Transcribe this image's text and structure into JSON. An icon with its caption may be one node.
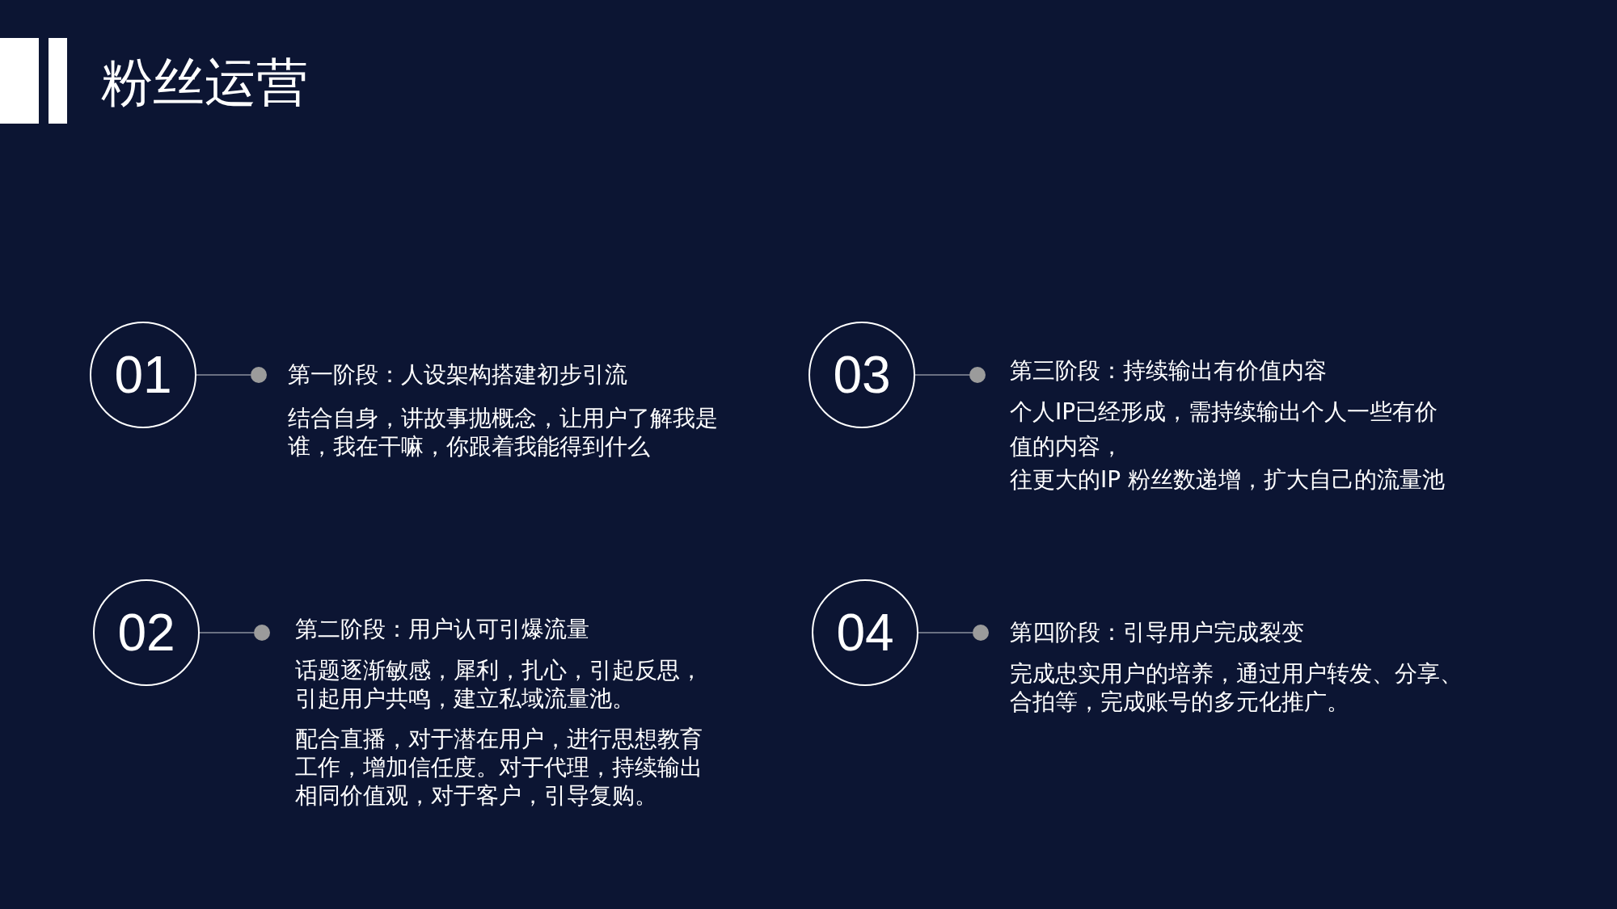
{
  "diagram": {
    "title": "粉丝运营",
    "nodes": [
      {
        "text": [
          "01"
        ]
      },
      {
        "text": [],
        "shape": "circle",
        "beside": [
          "第一阶段：人设架构搭建初步引流",
          "结合自身，讲故事抛概念，让用户了解我是谁，我在干嘛，你跟着我能得到什么"
        ]
      },
      {
        "text": [
          "03"
        ]
      },
      {
        "text": [],
        "shape": "circle",
        "beside": [
          "第三阶段：持续输出有价值内容",
          "个人IP已经形成，需持续输出个人一些有价值的内容，",
          "往更大的IP 粉丝数递增，扩大自己的流量池"
        ]
      },
      {
        "text": [
          "02"
        ]
      },
      {
        "text": [],
        "shape": "circle",
        "beside": [
          "第二阶段：用户认可引爆流量",
          "话题逐渐敏感，犀利，扎心，引起反思，引起用户共鸣，建立私域流量池。",
          "配合直播，对于潜在用户，进行思想教育工作，增加信任度。对于代理，持续输出相同价值观，对于客户，引导复购。"
        ]
      },
      {
        "text": [
          "04"
        ]
      },
      {
        "text": [],
        "shape": "circle",
        "beside": [
          "第四阶段：引导用户完成裂变",
          "完成忠实用户的培养，通过用户转发、分享、合拍等，完成账号的多元化推广。"
        ]
      }
    ],
    "edges": [
      {
        "from": 0,
        "to": 1,
        "arrow": "none"
      },
      {
        "from": 2,
        "to": 3,
        "arrow": "none"
      },
      {
        "from": 4,
        "to": 5,
        "arrow": "none"
      },
      {
        "from": 6,
        "to": 7,
        "arrow": "none"
      }
    ]
  }
}
